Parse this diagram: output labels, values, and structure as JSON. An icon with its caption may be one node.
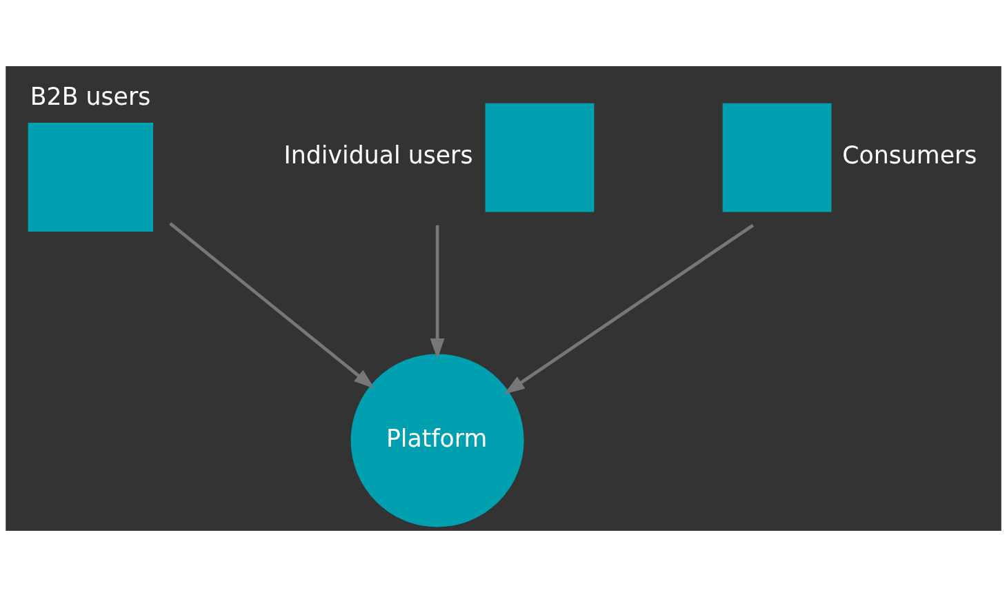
{
  "diagram": {
    "nodes": [
      {
        "text": [
          "B2B users"
        ]
      },
      {
        "text": [
          "Platform"
        ]
      },
      {
        "text": [
          "Individual users"
        ]
      },
      {
        "text": [
          "Consumers"
        ]
      }
    ],
    "edges": [
      {
        "from": 0,
        "to": 1,
        "arrow": "to"
      },
      {
        "from": 2,
        "to": 1,
        "arrow": "to"
      },
      {
        "from": 3,
        "to": 1,
        "arrow": "to"
      }
    ]
  }
}
